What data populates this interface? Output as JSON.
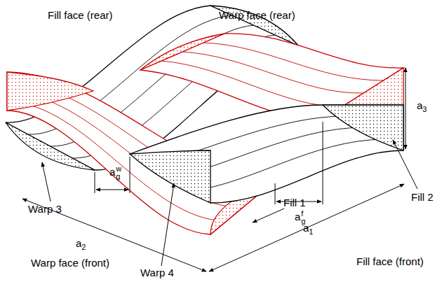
{
  "diagram": {
    "labels": [
      "Fill face (rear)",
      "Warp face (rear)",
      "a3",
      "Warp 3",
      "agw",
      "agf",
      "Fill 2",
      "a2",
      "a1",
      "Warp face (front)",
      "Fill 1",
      "Fill face (front)",
      "Warp 4"
    ]
  }
}
